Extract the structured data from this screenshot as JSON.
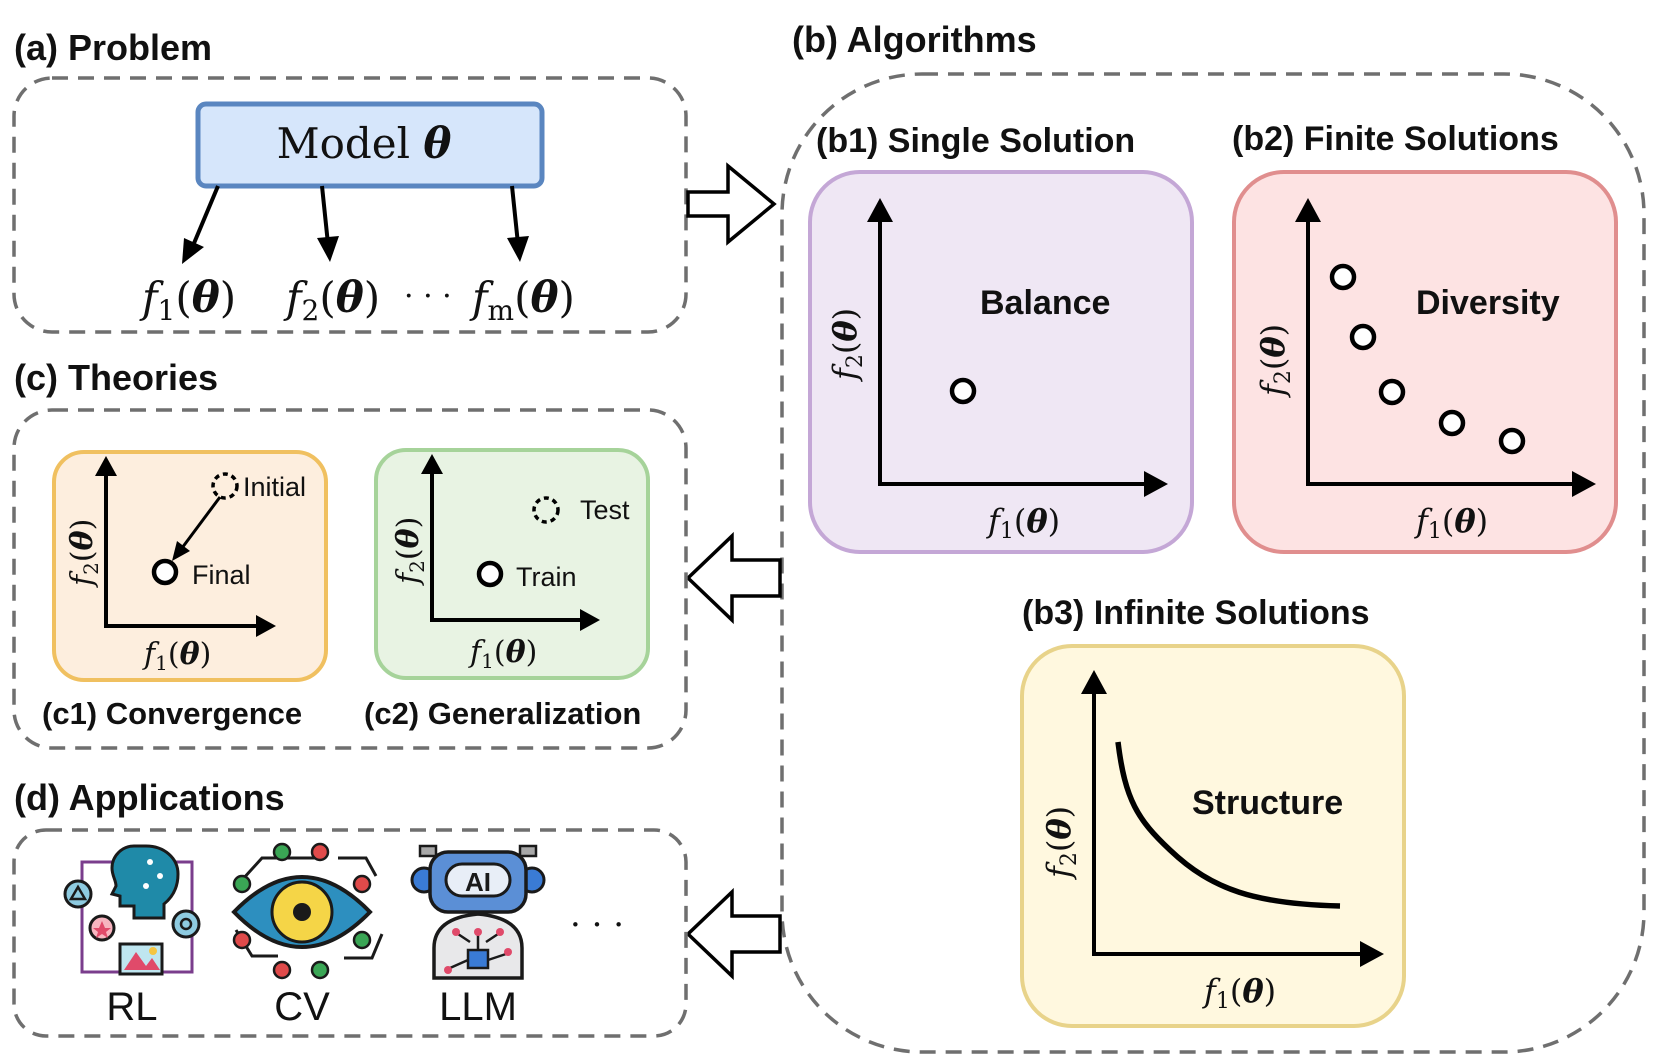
{
  "panels": {
    "a": {
      "title": "(a) Problem",
      "model_label": "Model",
      "objectives": [
        "f",
        "f",
        "f"
      ],
      "subscripts": [
        "1",
        "2",
        "m"
      ],
      "theta": "θ",
      "ellipsis": "· · ·"
    },
    "b": {
      "title": "(b) Algorithms"
    },
    "b1": {
      "title": "(b1) Single Solution",
      "label": "Balance"
    },
    "b2": {
      "title": "(b2) Finite Solutions",
      "label": "Diversity"
    },
    "b3": {
      "title": "(b3) Infinite Solutions",
      "label": "Structure"
    },
    "c": {
      "title": "(c) Theories"
    },
    "c1": {
      "title": "(c1) Convergence",
      "initial": "Initial",
      "final": "Final"
    },
    "c2": {
      "title": "(c2) Generalization",
      "test": "Test",
      "train": "Train"
    },
    "d": {
      "title": "(d) Applications",
      "apps": [
        "RL",
        "CV",
        "LLM"
      ],
      "ellipsis": "· · ·",
      "ai_badge": "AI"
    }
  },
  "axes": {
    "f1": "f",
    "f2": "f",
    "sub1": "1",
    "sub2": "2",
    "theta": "θ"
  },
  "colors": {
    "model_fill": "#d6e6fb",
    "model_stroke": "#5a86c0",
    "b1_fill": "#efe7f4",
    "b1_stroke": "#c4a7d6",
    "b2_fill": "#fde3e3",
    "b2_stroke": "#e08e8e",
    "b3_fill": "#fff8df",
    "b3_stroke": "#e8d38a",
    "c1_fill": "#fdeede",
    "c1_stroke": "#f0c060",
    "c2_fill": "#e8f3e3",
    "c2_stroke": "#a6d39a"
  }
}
